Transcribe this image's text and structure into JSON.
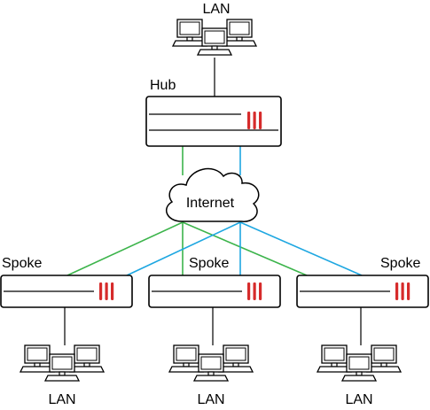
{
  "labels": {
    "hub": "Hub",
    "internet": "Internet",
    "spoke_left": "Spoke",
    "spoke_middle": "Spoke",
    "spoke_right": "Spoke",
    "lan_top": "LAN",
    "lan_left": "LAN",
    "lan_middle": "LAN",
    "lan_right": "LAN"
  },
  "colors": {
    "link_green": "#3cb44b",
    "link_blue": "#1ea7e1",
    "device_stroke": "#000000",
    "brand_mark": "#d62b2b"
  },
  "icons": {
    "firewall": "firewall-appliance-icon",
    "cloud": "cloud-icon",
    "lan": "computer-group-icon"
  }
}
